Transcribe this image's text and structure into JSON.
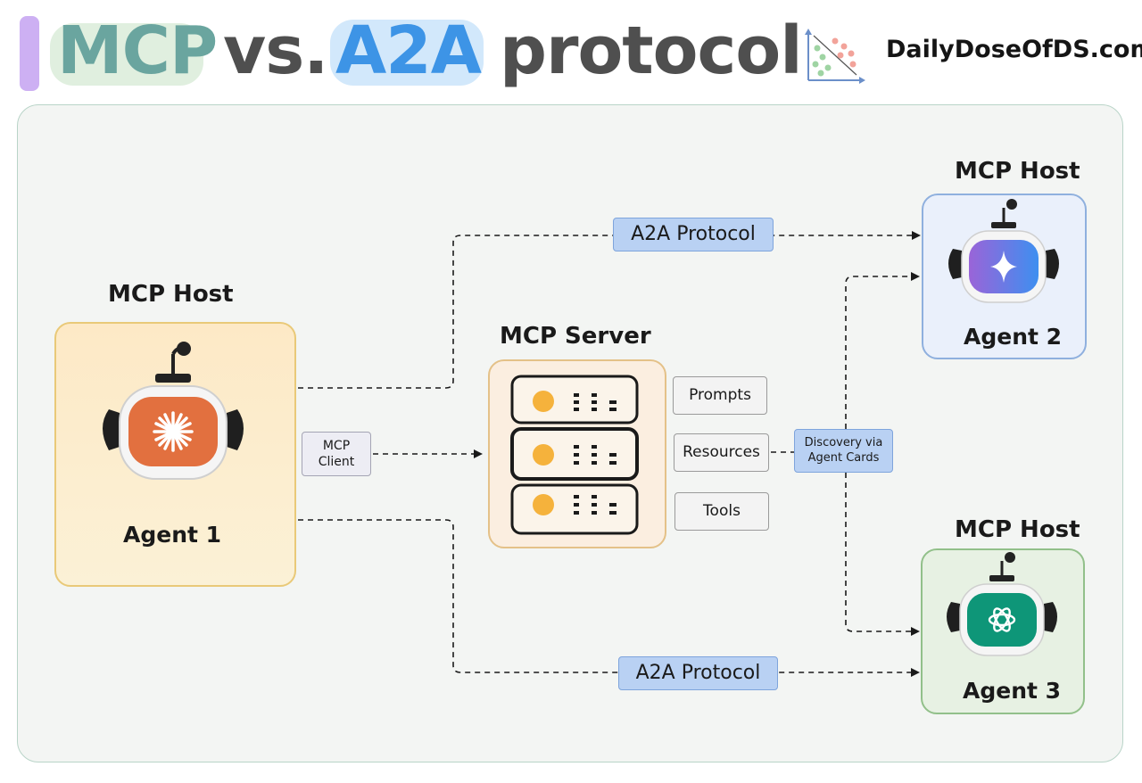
{
  "header": {
    "title_parts": [
      "MCP",
      "vs.",
      "A2A",
      "protocol"
    ],
    "brand": "DailyDoseOfDS.com"
  },
  "colors": {
    "title_mcp": "#6aa59f",
    "title_a2a": "#3d94e6",
    "title_dark": "#4f4f4f",
    "agent1_card": "#fde9c6",
    "agent2_card": "#eaf0fb",
    "agent3_card": "#e7f1e3",
    "server_card": "#fbeee0",
    "a2a_pill": "#b9d1f3",
    "agent1_screen": "#e2703f",
    "agent2_screen": "#7b74e0",
    "agent3_screen": "#0e9678"
  },
  "agent1": {
    "host_label": "MCP Host",
    "name": "Agent 1",
    "icon": "claude-burst-icon"
  },
  "agent2": {
    "host_label": "MCP Host",
    "name": "Agent 2",
    "icon": "gemini-sparkle-icon"
  },
  "agent3": {
    "host_label": "MCP Host",
    "name": "Agent 3",
    "icon": "openai-knot-icon"
  },
  "server": {
    "label": "MCP Server",
    "capabilities": [
      "Prompts",
      "Resources",
      "Tools"
    ]
  },
  "client": {
    "line1": "MCP",
    "line2": "Client"
  },
  "connections": {
    "a2a_top": "A2A Protocol",
    "a2a_bottom": "A2A Protocol",
    "discovery_line1": "Discovery via",
    "discovery_line2": "Agent Cards"
  }
}
